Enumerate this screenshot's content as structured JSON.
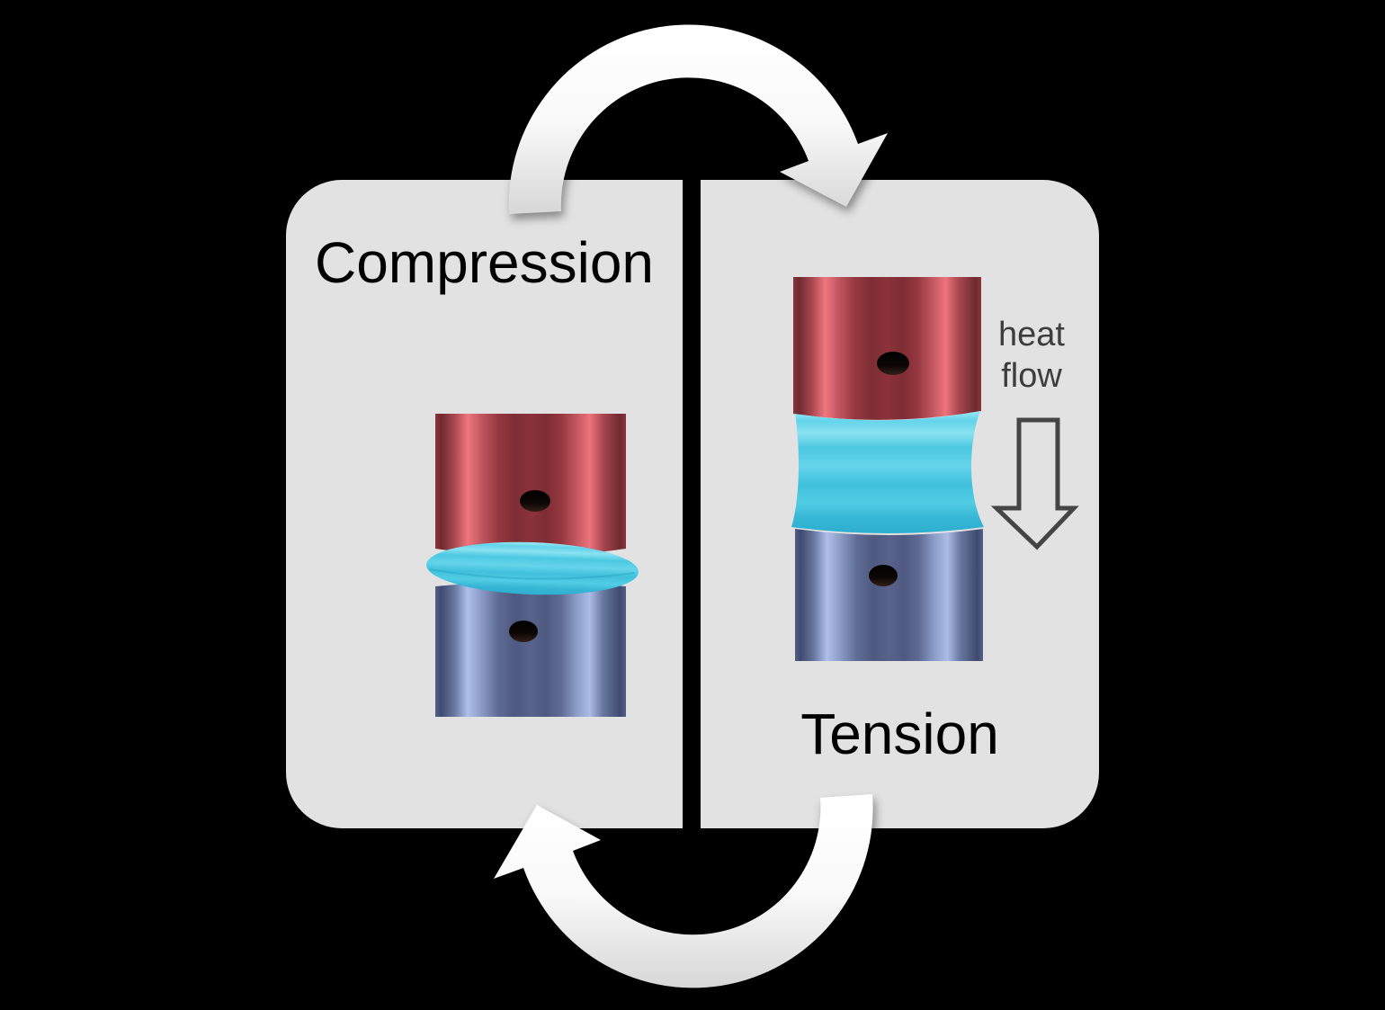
{
  "panels": {
    "compression": {
      "label": "Compression"
    },
    "tension": {
      "label": "Tension"
    }
  },
  "annotations": {
    "heat_flow": {
      "line1": "heat",
      "line2": "flow"
    }
  },
  "icons": {
    "cycle_arrow_top": "curved-arc-arrow-clockwise",
    "cycle_arrow_bottom": "curved-arc-arrow-clockwise",
    "heat_flow_arrow": "arrow-down-outline"
  },
  "colors": {
    "background": "#000000",
    "panel_background": "#e2e2e2",
    "label_text": "#000000",
    "annotation_text": "#3d3d3d",
    "cycle_arrow_fill": "#ffffff",
    "cycle_arrow_fill_shade": "#d7d7d7",
    "heat_arrow_outline": "#454545",
    "hot_cylinder_red": "#b0474f",
    "hot_highlight": "#f0767e",
    "cold_cylinder_blue": "#68779f",
    "cold_highlight": "#aebfe9",
    "elastomer_cyan": "#4ac6e0"
  }
}
